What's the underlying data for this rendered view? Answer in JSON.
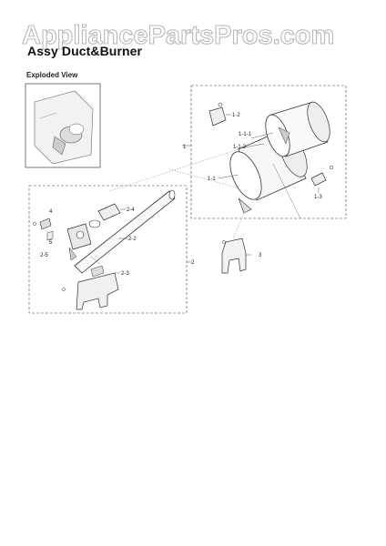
{
  "watermark": {
    "text": "AppliancePartsPros.com"
  },
  "page": {
    "title": "Assy Duct&Burner",
    "subtitle": "Exploded View"
  },
  "labels": {
    "l1": "1",
    "l1_1": "1-1",
    "l1_1_1": "1-1-1",
    "l1_1_2": "1-1-2",
    "l1_2": "1-2",
    "l1_3": "1-3",
    "l2": "2",
    "l2_2": "2-2",
    "l2_3": "2-3",
    "l2_4": "2-4",
    "l2_5": "2-5",
    "l3": "3",
    "l4": "4",
    "l5": "5"
  }
}
